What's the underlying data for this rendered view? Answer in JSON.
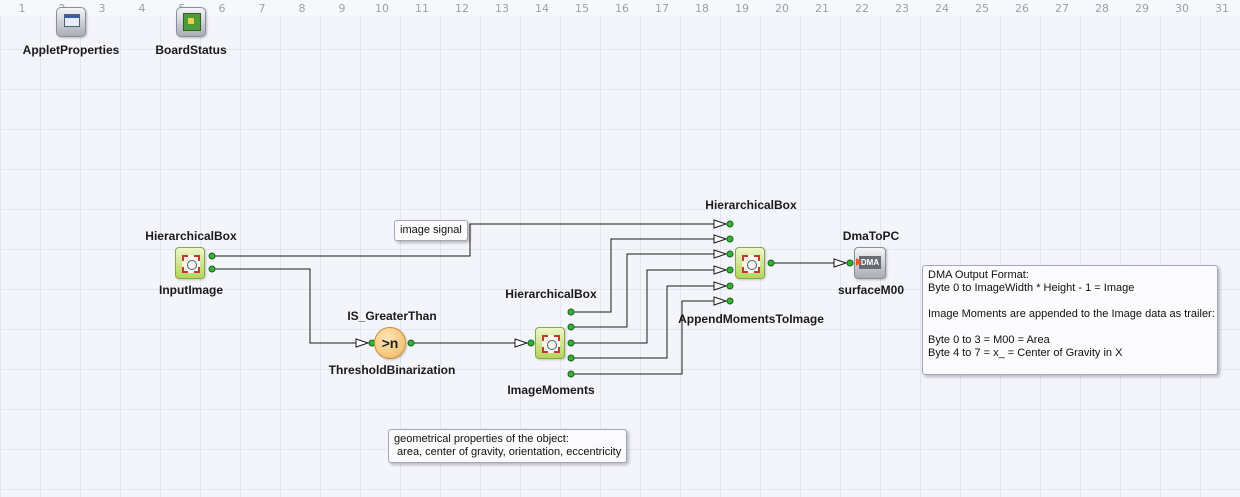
{
  "ruler": {
    "ticks": [
      "1",
      "2",
      "3",
      "4",
      "5",
      "6",
      "7",
      "8",
      "9",
      "10",
      "11",
      "12",
      "13",
      "14",
      "15",
      "16",
      "17",
      "18",
      "19",
      "20",
      "21",
      "22",
      "23",
      "24",
      "25",
      "26",
      "27",
      "28",
      "29",
      "30",
      "31"
    ]
  },
  "colors": {
    "wire": "#1a1a1a",
    "port": "#35b135",
    "hbox": "#b5d45c",
    "operator": "#f0b45a",
    "note_bg": "#fbfbfe"
  },
  "applets": {
    "applet_properties": {
      "label": "AppletProperties",
      "icon": "applet-properties-icon"
    },
    "board_status": {
      "label": "BoardStatus",
      "icon": "board-status-icon"
    }
  },
  "operators": {
    "input_image": {
      "type": "HierarchicalBox",
      "name": "InputImage",
      "icon": "hierarchical-box-icon"
    },
    "threshold": {
      "type": "IS_GreaterThan",
      "name": "ThresholdBinarization",
      "symbol": ">n"
    },
    "image_moments": {
      "type": "HierarchicalBox",
      "name": "ImageMoments",
      "icon": "hierarchical-box-icon"
    },
    "append_moments": {
      "type": "HierarchicalBox",
      "name": "AppendMomentsToImage",
      "icon": "hierarchical-box-icon"
    },
    "dma": {
      "type": "DmaToPC",
      "name": "surfaceM00",
      "symbol": "DMA"
    }
  },
  "notes": {
    "image_signal": "image signal",
    "geometry": "geometrical properties of the object:\n area, center of gravity, orientation, eccentricity",
    "dma_format": "DMA Output Format:\nByte 0 to ImageWidth * Height - 1 = Image\n\nImage Moments are appended to the Image data as trailer:\n\nByte 0 to 3 = M00 = Area\nByte 4 to 7 = x_ = Center of Gravity in X"
  }
}
